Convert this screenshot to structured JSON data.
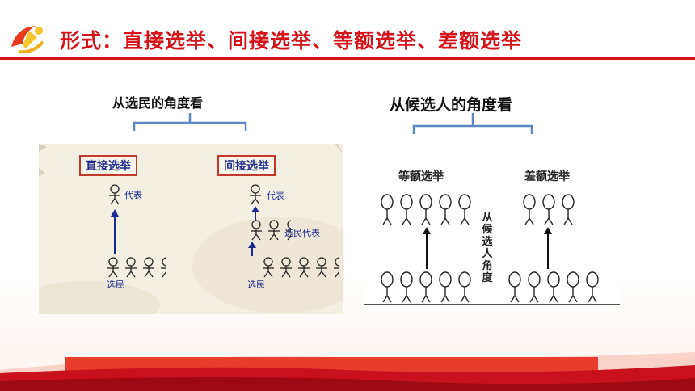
{
  "header": {
    "title": "形式：直接选举、间接选举、等额选举、差额选举",
    "icon": "party-emblem-icon",
    "accent_color": "#d5131b"
  },
  "left_section": {
    "caption": "从选民的角度看",
    "direct": {
      "box_title": "直接选举",
      "top_label": "代表",
      "bottom_label": "选民"
    },
    "indirect": {
      "box_title": "间接选举",
      "top_label": "代表",
      "middle_label": "选民代表",
      "bottom_label": "选民"
    }
  },
  "right_section": {
    "caption": "从候选人的角度看",
    "equal": {
      "heading": "等额选举"
    },
    "competitive": {
      "heading": "差额选举"
    },
    "vertical_note": [
      "从",
      "候",
      "选",
      "人",
      "角",
      "度"
    ]
  }
}
